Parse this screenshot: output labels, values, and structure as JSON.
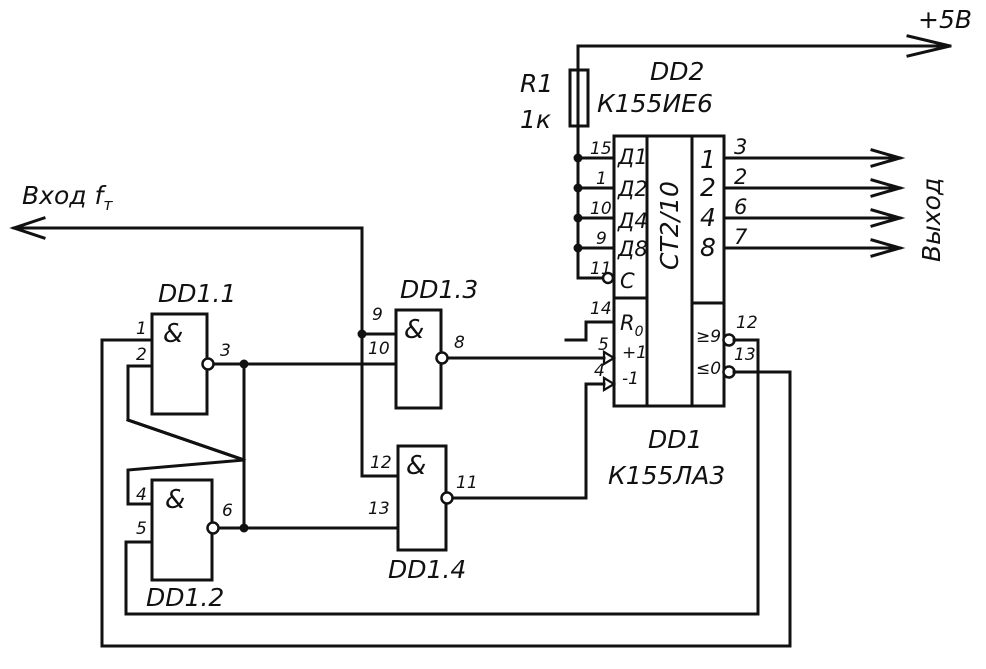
{
  "supply": {
    "label": "+5B"
  },
  "input": {
    "label": "Вход f",
    "subscript": "т"
  },
  "output": {
    "label": "Выход",
    "pins": [
      "3",
      "2",
      "6",
      "7"
    ],
    "weights": [
      "1",
      "2",
      "4",
      "8"
    ]
  },
  "resistor": {
    "ref": "R1",
    "value": "1к"
  },
  "counter": {
    "ref": "DD2",
    "part": "К155ИЕ6",
    "function": "CT2/10",
    "inputs": [
      "Д1",
      "Д2",
      "Д4",
      "Д8",
      "С"
    ],
    "input_pins": [
      "15",
      "1",
      "10",
      "9",
      "11"
    ],
    "reset_label": "R",
    "reset_sub": "0",
    "reset_pin": "14",
    "up_pin": "5",
    "up_label": "+1",
    "down_pin": "4",
    "down_label": "-1",
    "carry_label": "≥9",
    "carry_pin": "12",
    "borrow_label": "≤0",
    "borrow_pin": "13"
  },
  "gates_chip": {
    "ref": "DD1",
    "part": "К155ЛА3"
  },
  "gates": [
    {
      "ref": "DD1.1",
      "symbol": "&",
      "pins": [
        "1",
        "2",
        "3"
      ]
    },
    {
      "ref": "DD1.2",
      "symbol": "&",
      "pins": [
        "4",
        "5",
        "6"
      ]
    },
    {
      "ref": "DD1.3",
      "symbol": "&",
      "pins": [
        "9",
        "10",
        "8"
      ]
    },
    {
      "ref": "DD1.4",
      "symbol": "&",
      "pins": [
        "12",
        "13",
        "11"
      ]
    }
  ]
}
